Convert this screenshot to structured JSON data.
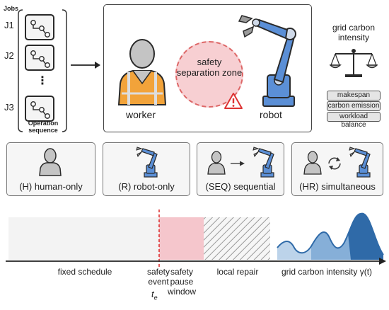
{
  "jobs": {
    "title": "Jobs",
    "labels": [
      "J1",
      "J2",
      "J3"
    ],
    "ellipsis": "⋮",
    "sequence_label": "Operation sequence"
  },
  "main": {
    "zone_label": "safety separation zone",
    "worker_label": "worker",
    "robot_label": "robot",
    "warning_icon": "warning-triangle-icon"
  },
  "grid": {
    "title": "grid carbon intensity",
    "metrics": [
      "makespan",
      "carbon emission",
      "workload balance"
    ]
  },
  "modes": [
    {
      "label": "(H) human-only"
    },
    {
      "label": "(R) robot-only"
    },
    {
      "label": "(SEQ) sequential"
    },
    {
      "label": "(HR) simultaneous"
    }
  ],
  "timeline": {
    "fixed_schedule": "fixed schedule",
    "safety_event": "safety event",
    "te": "t",
    "te_sub": "e",
    "pause_window": "safety pause window",
    "local_repair": "local repair",
    "grid_label": "grid carbon intensity γ(t)"
  },
  "colors": {
    "zone_fill": "#f7cfd2",
    "zone_border": "#d66666",
    "vest": "#f2a33a",
    "robot_blue": "#5b8fd6",
    "pause_fill": "#f5c6cc",
    "carbon_blue": "#2f6aa8"
  }
}
